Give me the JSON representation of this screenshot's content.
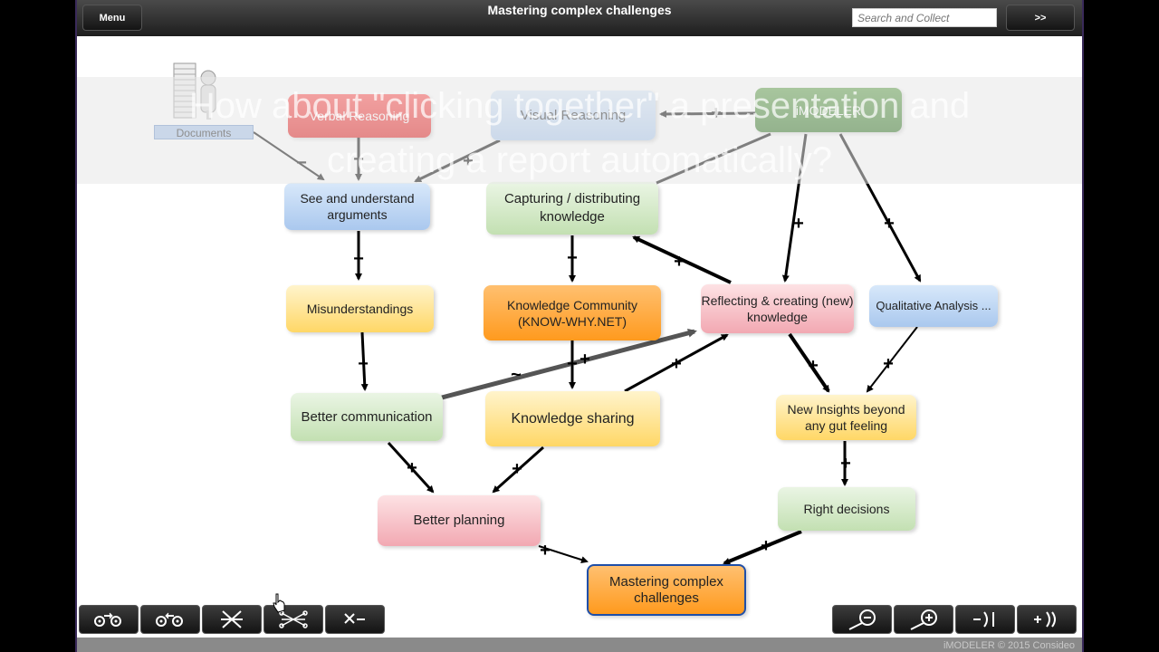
{
  "header": {
    "menu_label": "Menu",
    "title": "Mastering complex challenges",
    "search_placeholder": "Search and Collect",
    "next_label": ">>"
  },
  "overlay": {
    "line1": "How about \"clicking together\" a presentation and",
    "line2": "creating a report automatically?"
  },
  "documents_label": "Documents",
  "nodes": {
    "verbal_reasoning": "Verbal Reasoning",
    "visual_reasoning": "Visual Reasoning",
    "imodeler": "iMODELER",
    "see_understand": "See and understand arguments",
    "capturing": "Capturing / distributing knowledge",
    "misunderstandings": "Misunderstandings",
    "knowledge_community": "Knowledge Community (KNOW-WHY.NET)",
    "reflecting": "Reflecting & creating (new) knowledge",
    "qualitative": "Qualitative Analysis ...",
    "better_communication": "Better communication",
    "knowledge_sharing": "Knowledge sharing",
    "new_insights": "New Insights beyond any gut feeling",
    "better_planning": "Better planning",
    "right_decisions": "Right decisions",
    "mastering": "Mastering complex challenges"
  },
  "signs": {
    "plus": "+",
    "minus": "−",
    "tilde": "~"
  },
  "toolbar": {
    "left_icons": [
      "node-forward-icon",
      "node-backward-icon",
      "fan-in-icon",
      "network-icon",
      "remove-factor-icon"
    ],
    "right_icons": [
      "zoom-out-icon",
      "zoom-in-icon",
      "collapse-icon",
      "expand-icon"
    ]
  },
  "footer": {
    "copyright": "iMODELER © 2015 Consideo"
  },
  "colors": {
    "negative": "#e01818",
    "positive": "#000000",
    "accent": "#1f4fa8"
  }
}
